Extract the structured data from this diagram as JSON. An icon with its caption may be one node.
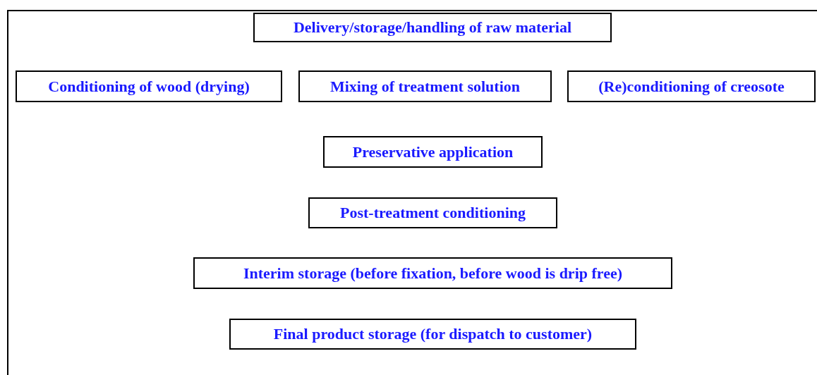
{
  "diagram": {
    "nodes": [
      {
        "text": [
          "Delivery/storage/handling of raw material"
        ]
      },
      {
        "text": [
          "Conditioning of wood (drying)"
        ]
      },
      {
        "text": [
          "Mixing of treatment solution"
        ]
      },
      {
        "text": [
          "(Re)conditioning of creosote"
        ]
      },
      {
        "text": [
          "Preservative application"
        ]
      },
      {
        "text": [
          "Post-treatment conditioning"
        ]
      },
      {
        "text": [
          "Interim storage (before fixation, before wood is drip free)"
        ]
      },
      {
        "text": [
          "Final product storage (for dispatch to customer)"
        ]
      }
    ]
  }
}
